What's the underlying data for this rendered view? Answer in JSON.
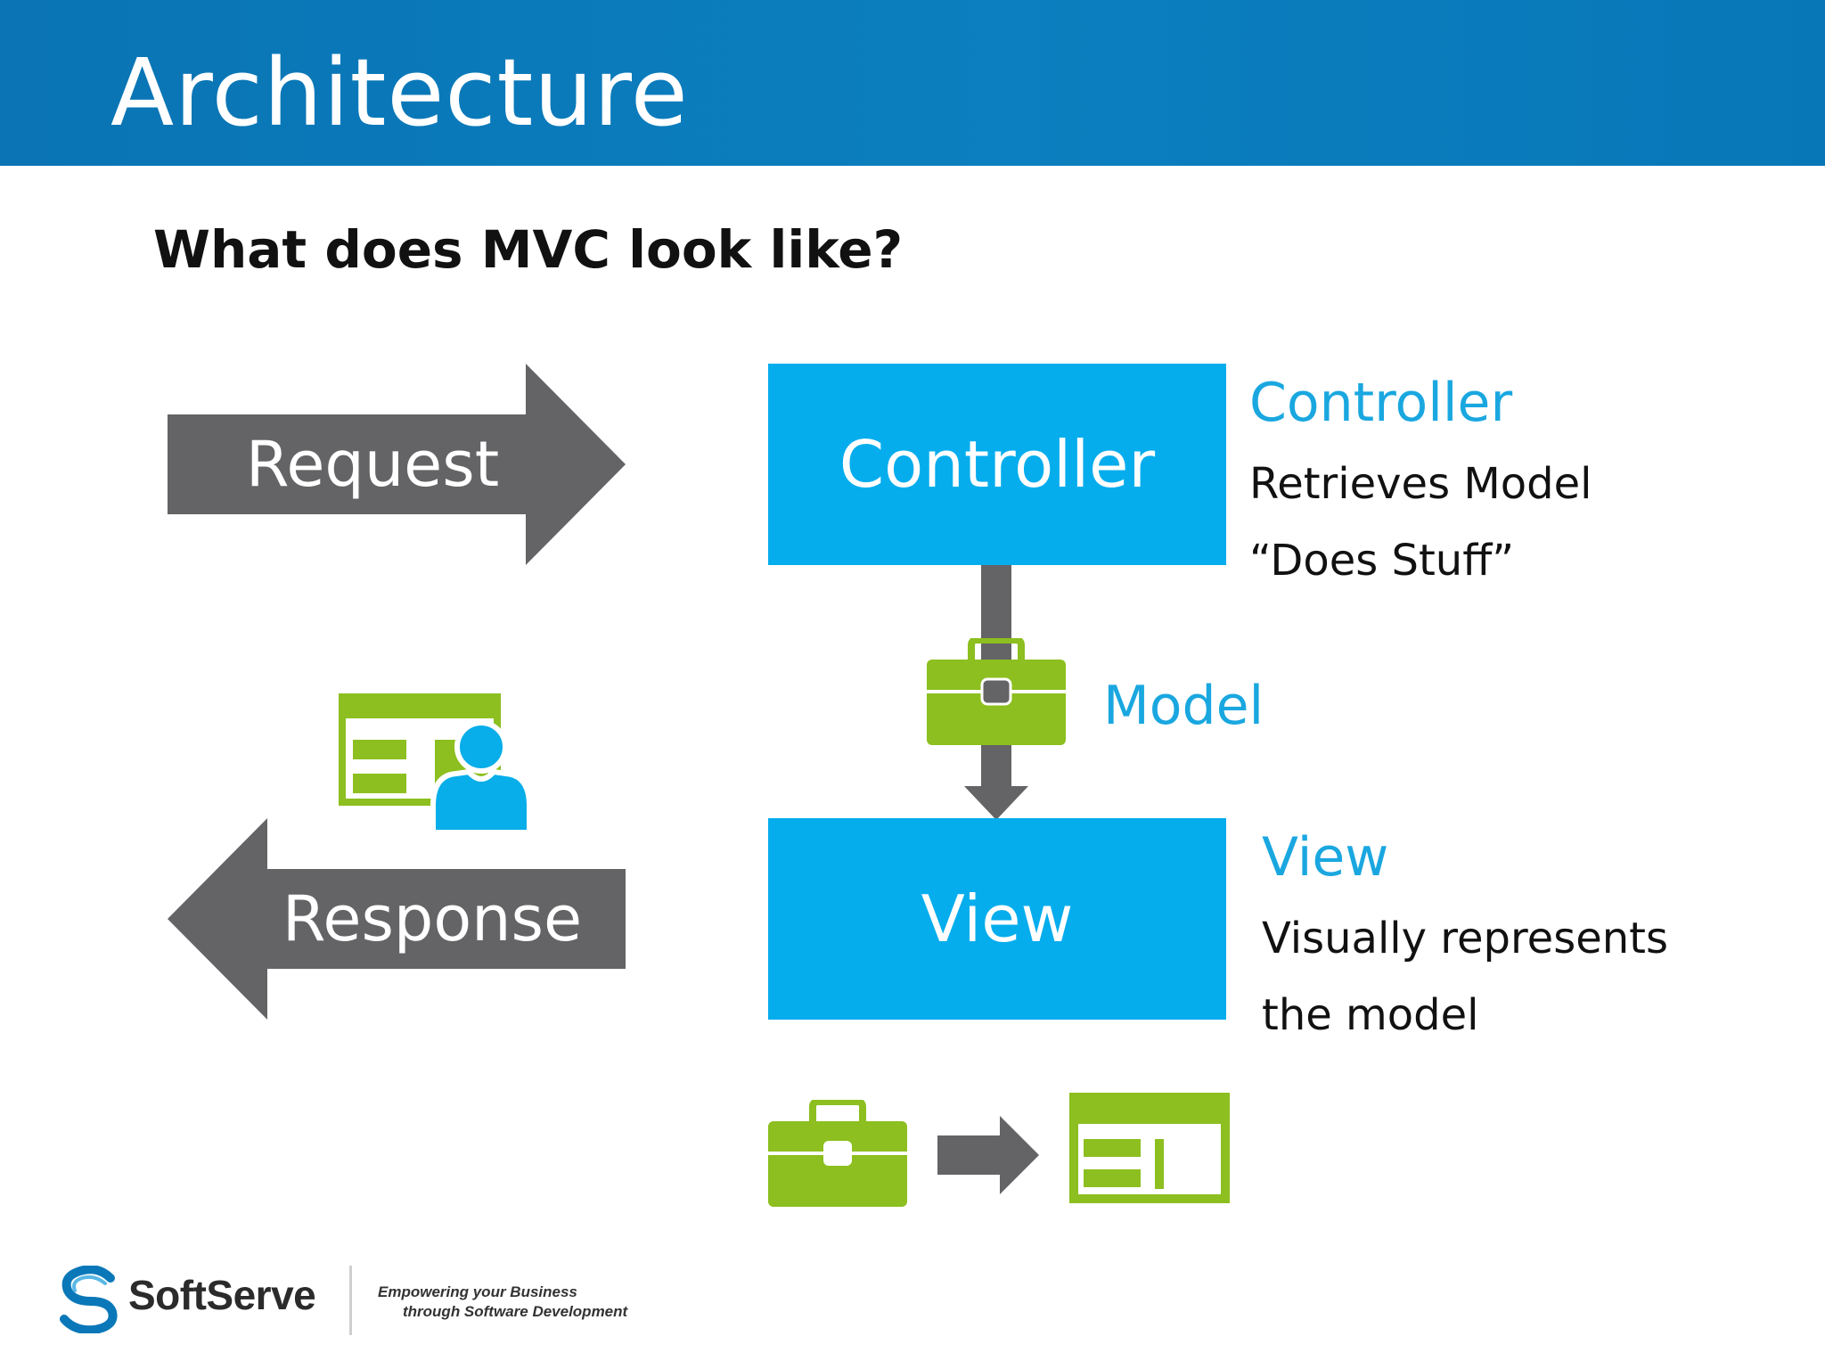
{
  "slide": {
    "title": "Architecture",
    "subtitle": "What does MVC look like?"
  },
  "diagram": {
    "request_label": "Request",
    "response_label": "Response",
    "controller_box": "Controller",
    "view_box": "View",
    "model_label": "Model",
    "controller_desc": {
      "title": "Controller",
      "lines": [
        "Retrieves Model",
        "“Does Stuff”"
      ]
    },
    "view_desc": {
      "title": "View",
      "lines": [
        "Visually represents",
        "the model"
      ]
    }
  },
  "colors": {
    "header": "#0a78b8",
    "box": "#05aded",
    "accent_text": "#1aa7e0",
    "arrow_gray": "#646366",
    "icon_green": "#8cbf1f"
  },
  "icons": [
    "briefcase-icon",
    "user-screen-icon",
    "small-arrow-icon",
    "layout-screen-icon",
    "softserve-logo-icon"
  ],
  "footer": {
    "brand": "SoftServe",
    "tagline_line1": "Empowering your Business",
    "tagline_line2": "through Software Development"
  }
}
